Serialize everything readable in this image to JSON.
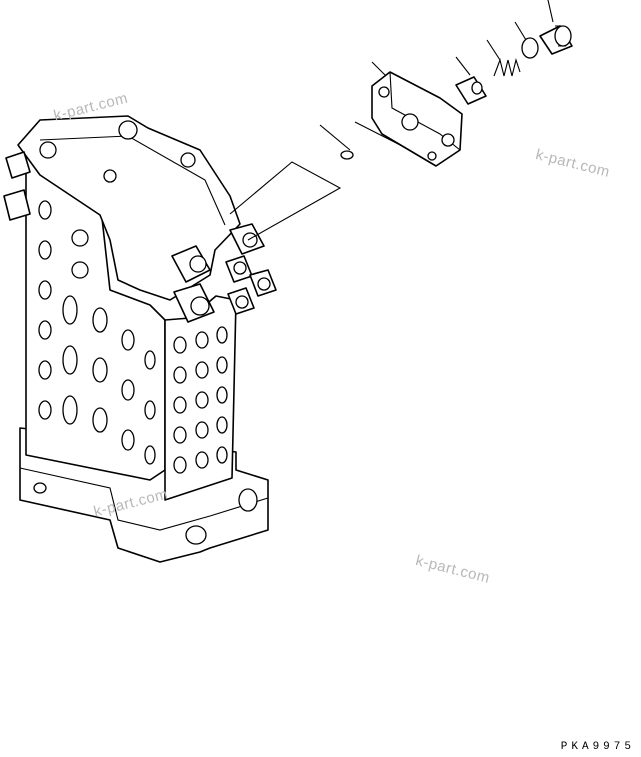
{
  "watermarks": [
    "k-part.com",
    "k-part.com",
    "k-part.com",
    "k-part.com"
  ],
  "drawing_code": "PKA9975",
  "colors": {
    "line": "#000000",
    "watermark": "#b8b8b8",
    "background": "#ffffff"
  }
}
